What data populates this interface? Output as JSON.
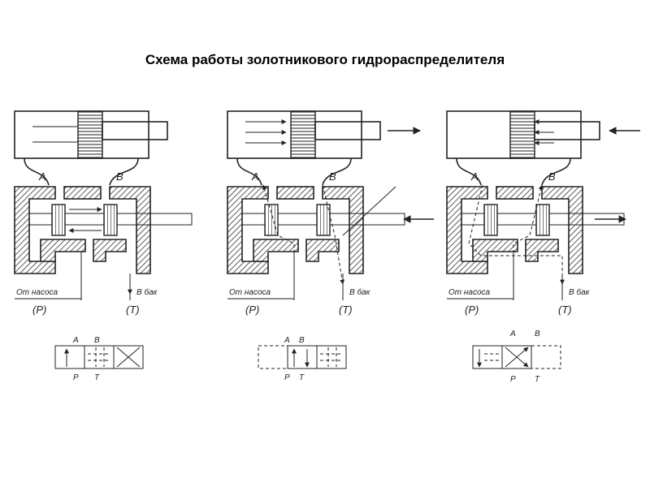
{
  "title": "Схема работы золотникового гидрораспределителя",
  "port_a": "A",
  "port_b": "B",
  "port_p": "P",
  "port_t": "T",
  "from_pump": "От насоса",
  "to_tank": "В бак",
  "paren_p": "(P)",
  "paren_t": "(T)",
  "panels": [
    "neutral",
    "right",
    "left"
  ]
}
